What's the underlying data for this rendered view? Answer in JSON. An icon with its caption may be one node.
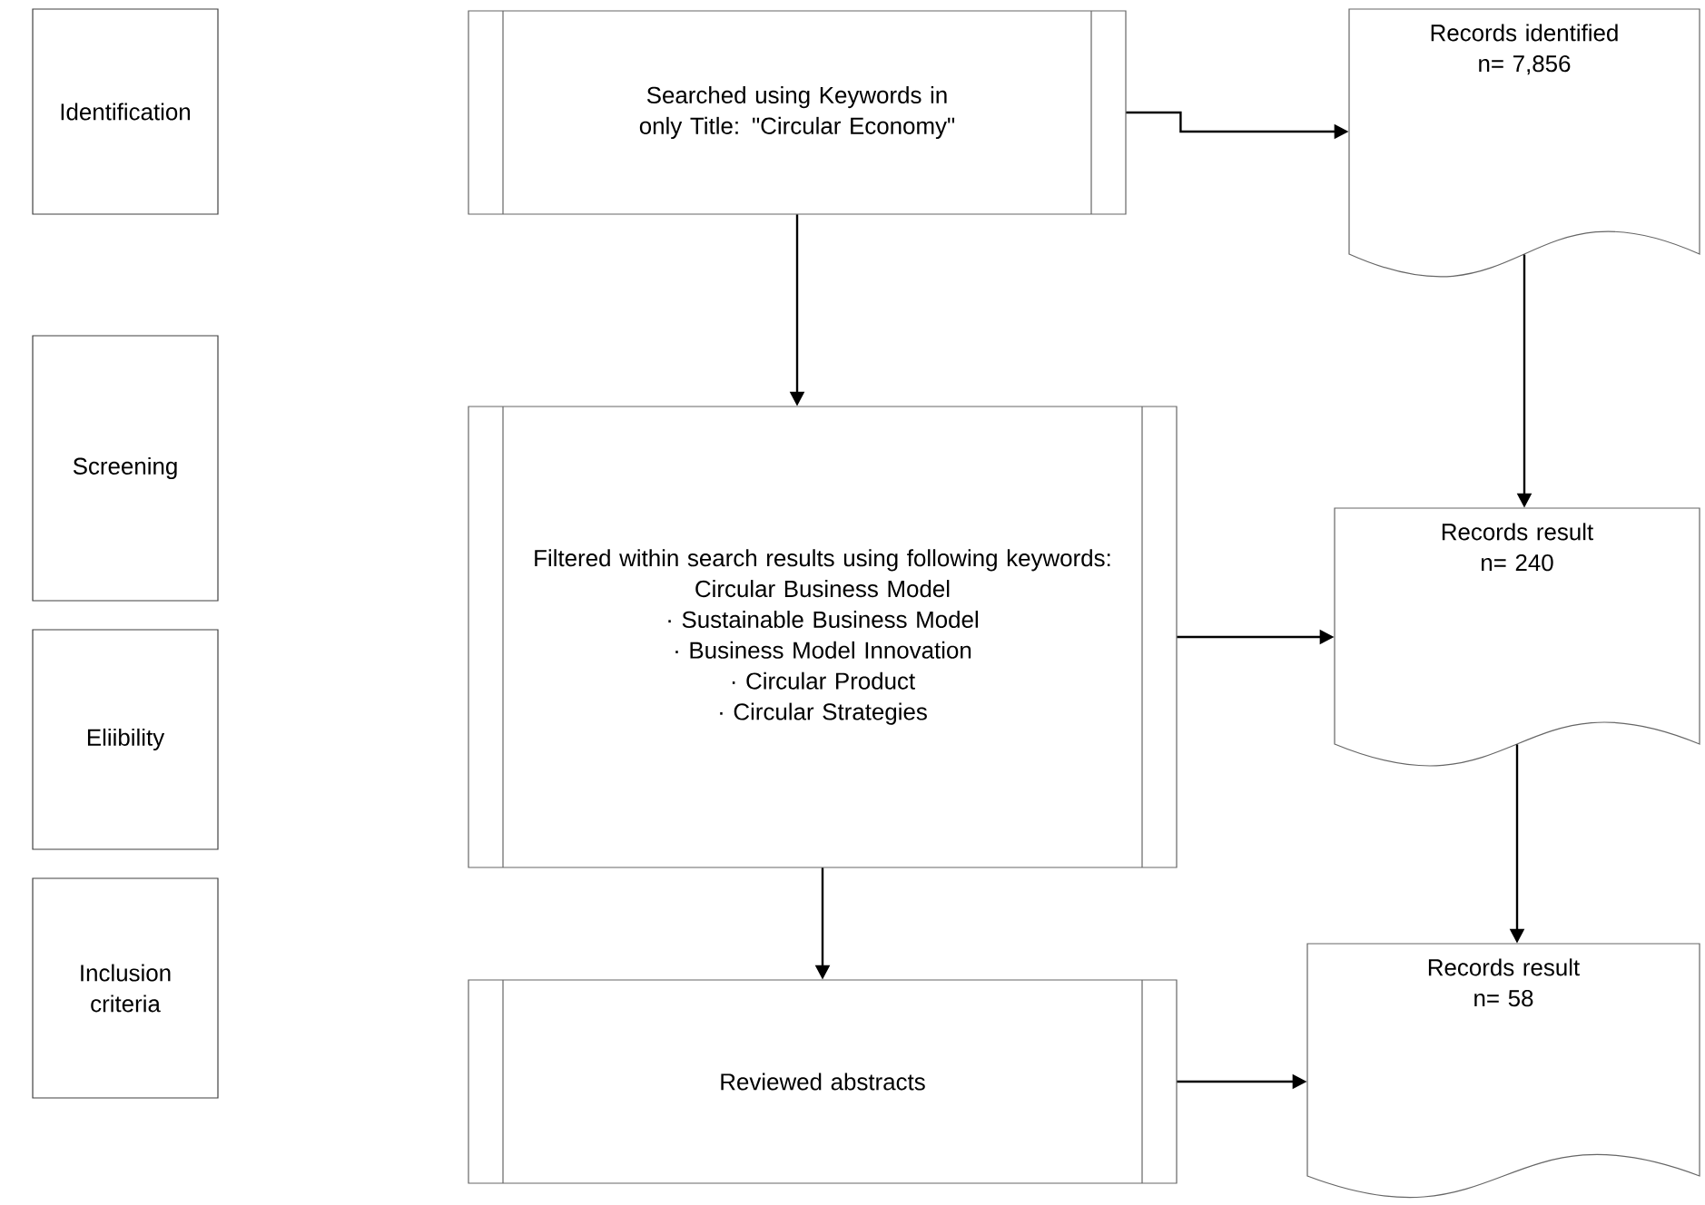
{
  "diagram": {
    "nodes": [
      {
        "text": [
          "Identification"
        ]
      },
      {
        "text": [
          "Screening"
        ]
      },
      {
        "text": [
          "Eliibility"
        ]
      },
      {
        "text": [
          "Inclusion criteria"
        ]
      },
      {
        "text": [
          "Searched using Keywords in only Title: \"Circular Economy\""
        ]
      },
      {
        "text": [
          "Records identified",
          "n= 7,856"
        ]
      },
      {
        "text": [
          "Filtered within search results using following keywords:",
          "Circular Business Model",
          "· Sustainable Business Model",
          "· Business Model Innovation",
          "· Circular Product",
          "· Circular Strategies"
        ]
      },
      {
        "text": [
          "Records result",
          "n= 240"
        ]
      },
      {
        "text": [
          "Reviewed abstracts"
        ]
      },
      {
        "text": [
          "Records result",
          "n= 58"
        ]
      }
    ],
    "edges": [
      {
        "from": 4,
        "to": 5,
        "arrow": "to"
      },
      {
        "from": 4,
        "to": 6,
        "arrow": "to"
      },
      {
        "from": 5,
        "to": 7,
        "arrow": "to"
      },
      {
        "from": 6,
        "to": 7,
        "arrow": "to"
      },
      {
        "from": 6,
        "to": 8,
        "arrow": "to"
      },
      {
        "from": 7,
        "to": 9,
        "arrow": "to"
      },
      {
        "from": 8,
        "to": 9,
        "arrow": "to"
      }
    ]
  }
}
